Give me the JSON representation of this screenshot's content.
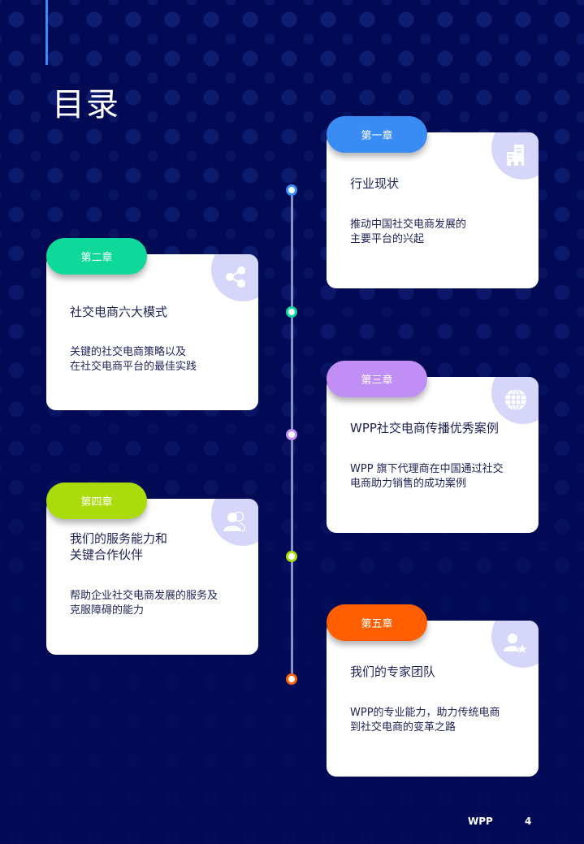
{
  "page": {
    "title": "目录",
    "footer": {
      "brand": "WPP",
      "page_number": "4"
    }
  },
  "colors": {
    "background": "#020a55",
    "accent_bar": "#3a8cf5",
    "timeline_line": "#8a8fc8",
    "card_text": "#1e2257",
    "icon_circle": "#d6d6fb"
  },
  "chapters": [
    {
      "label": "第一章",
      "heading": "行业现状",
      "description": "推动中国社交电商发展的\n主要平台的兴起",
      "icon": "building-icon",
      "color": "#3a8cf5",
      "side": "right"
    },
    {
      "label": "第二章",
      "heading": "社交电商六大模式",
      "description": "关键的社交电商策略以及\n在社交电商平台的最佳实践",
      "icon": "share-icon",
      "color": "#0fd99a",
      "side": "left"
    },
    {
      "label": "第三章",
      "heading": "WPP社交电商传播优秀案例",
      "description": "WPP 旗下代理商在中国通过社交\n电商助力销售的成功案例",
      "icon": "globe-icon",
      "color": "#c18ef5",
      "side": "right"
    },
    {
      "label": "第四章",
      "heading": "我们的服务能力和\n关键合作伙伴",
      "description": "帮助企业社交电商发展的服务及\n克服障碍的能力",
      "icon": "users-icon",
      "color": "#a9dc0a",
      "side": "left"
    },
    {
      "label": "第五章",
      "heading": "我们的专家团队",
      "description": "WPP的专业能力，助力传统电商\n到社交电商的变革之路",
      "icon": "expert-user-star-icon",
      "color": "#ff5f00",
      "side": "right"
    }
  ]
}
